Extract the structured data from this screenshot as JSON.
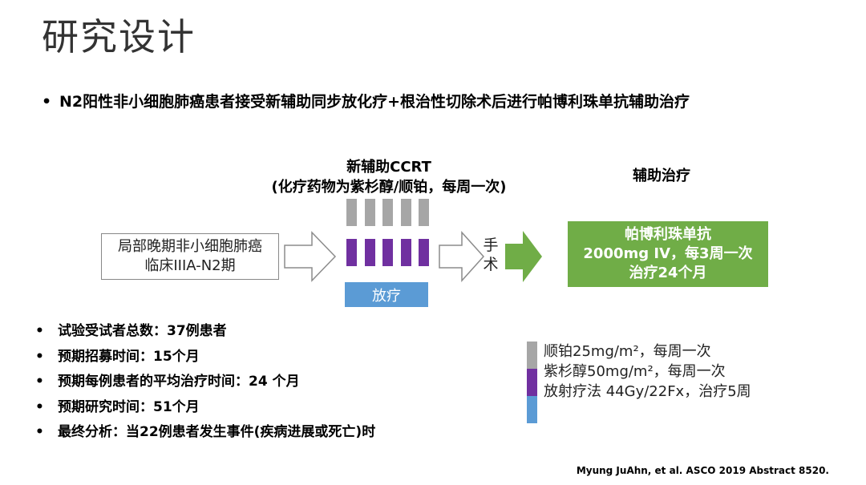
{
  "title": "研究设计",
  "intro": {
    "bullet": "•",
    "text": "N2阳性非小细胞肺癌患者接受新辅助同步放化疗+根治性切除术后进行帕博利珠单抗辅助治疗"
  },
  "design": {
    "ccrt_heading": "新辅助CCRT",
    "ccrt_subheading": "(化疗药物为紫杉醇/顺铂，每周一次)",
    "adjuvant_heading": "辅助治疗",
    "stage_line1": "局部晚期非小细胞肺癌",
    "stage_line2": "临床IIIA-N2期",
    "radiotherapy_label": "放疗",
    "surgery_line1": "手",
    "surgery_line2": "术",
    "drug_line1": "帕博利珠单抗",
    "drug_line2": "2000mg IV，每3周一次",
    "drug_line3": "治疗24个月",
    "weekly_bars": 5
  },
  "facts": [
    {
      "bullet": "•",
      "text": "试验受试者总数：37例患者"
    },
    {
      "bullet": "•",
      "text": "预期招募时间：15个月"
    },
    {
      "bullet": "•",
      "text": "预期每例患者的平均治疗时间：24 个月"
    },
    {
      "bullet": "•",
      "text": "预期研究时间：51个月"
    },
    {
      "bullet": "•",
      "text": "最终分析：当22例患者发生事件(疾病进展或死亡)时"
    }
  ],
  "legend": [
    {
      "color": "#a6a6a6",
      "text": "顺铂25mg/m²，每周一次"
    },
    {
      "color": "#7030a0",
      "text": "紫杉醇50mg/m²，每周一次"
    },
    {
      "color": "#5b9bd5",
      "text": "放射疗法 44Gy/22Fx，治疗5周"
    }
  ],
  "citation": "Myung JuAhn, et al.  ASCO 2019 Abstract 8520.",
  "colors": {
    "cisplatin": "#a6a6a6",
    "paclitaxel": "#7030a0",
    "radiotherapy": "#5b9bd5",
    "adjuvant": "#70ad47"
  }
}
